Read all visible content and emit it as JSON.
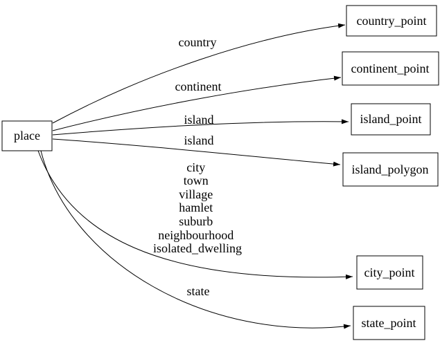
{
  "diagram": {
    "background_color": "#ffffff",
    "line_color": "#000000",
    "text_color": "#000000",
    "nodes": [
      {
        "id": "place",
        "label": "place"
      },
      {
        "id": "country_point",
        "label": "country_point"
      },
      {
        "id": "continent_point",
        "label": "continent_point"
      },
      {
        "id": "island_point",
        "label": "island_point"
      },
      {
        "id": "island_polygon",
        "label": "island_polygon"
      },
      {
        "id": "city_point",
        "label": "city_point"
      },
      {
        "id": "state_point",
        "label": "state_point"
      }
    ],
    "edges": [
      {
        "from": "place",
        "to": "country_point",
        "label": "country"
      },
      {
        "from": "place",
        "to": "continent_point",
        "label": "continent"
      },
      {
        "from": "place",
        "to": "island_point",
        "label": "island"
      },
      {
        "from": "place",
        "to": "island_polygon",
        "label": "island"
      },
      {
        "from": "place",
        "to": "city_point",
        "label_lines": [
          "city",
          "town",
          "village",
          "hamlet",
          "suburb",
          "neighbourhood",
          "isolated_dwelling"
        ]
      },
      {
        "from": "place",
        "to": "state_point",
        "label": "state"
      }
    ]
  }
}
